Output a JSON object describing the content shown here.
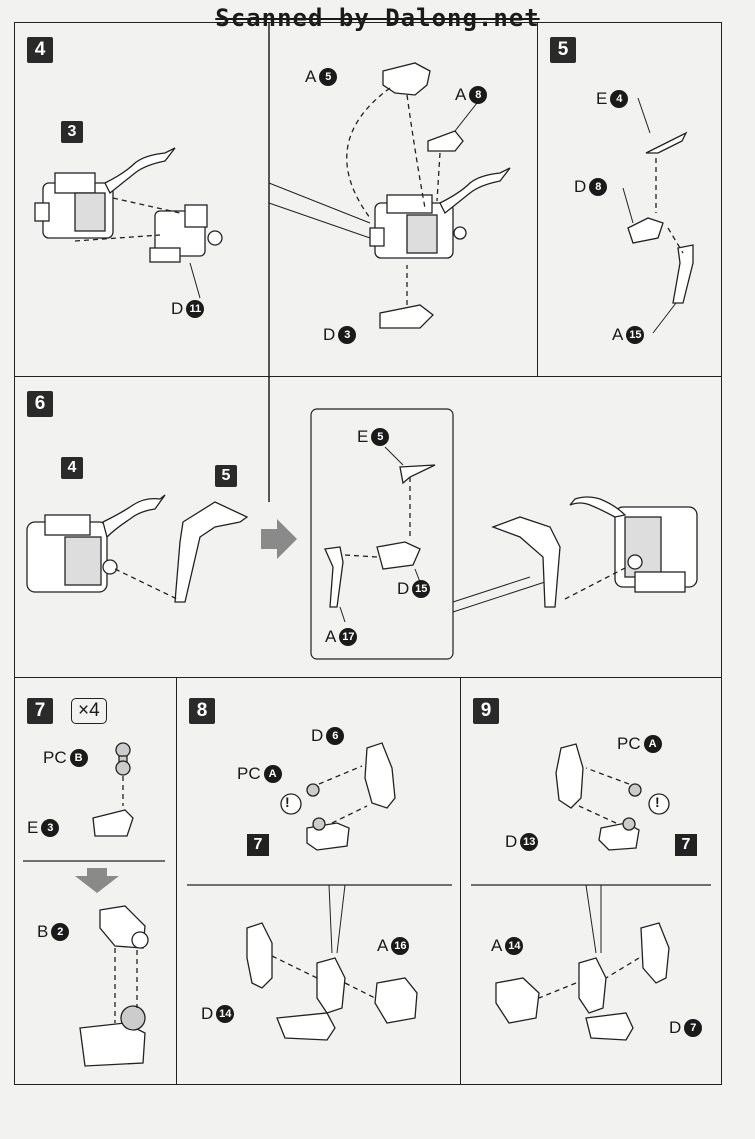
{
  "header": "Scanned by Dalong.net",
  "step4": {
    "number": "4",
    "sub_badge": "3",
    "callouts": [
      {
        "letter": "A",
        "num": "5"
      },
      {
        "letter": "A",
        "num": "8"
      },
      {
        "letter": "D",
        "num": "11"
      },
      {
        "letter": "D",
        "num": "3"
      }
    ]
  },
  "step5": {
    "number": "5",
    "callouts": [
      {
        "letter": "E",
        "num": "4"
      },
      {
        "letter": "D",
        "num": "8"
      },
      {
        "letter": "A",
        "num": "15"
      }
    ]
  },
  "step6": {
    "number": "6",
    "sub_badges": [
      "4",
      "5"
    ],
    "callouts": [
      {
        "letter": "E",
        "num": "5"
      },
      {
        "letter": "D",
        "num": "15"
      },
      {
        "letter": "A",
        "num": "17"
      }
    ]
  },
  "step7": {
    "number": "7",
    "multiplier": "×4",
    "callouts": [
      {
        "letter": "PC",
        "num": "B"
      },
      {
        "letter": "E",
        "num": "3"
      },
      {
        "letter": "B",
        "num": "2"
      }
    ]
  },
  "step8": {
    "number": "8",
    "sub_badge": "7",
    "warning": "!",
    "callouts": [
      {
        "letter": "D",
        "num": "6"
      },
      {
        "letter": "PC",
        "num": "A"
      },
      {
        "letter": "A",
        "num": "16"
      },
      {
        "letter": "D",
        "num": "14"
      }
    ]
  },
  "step9": {
    "number": "9",
    "sub_badge": "7",
    "warning": "!",
    "callouts": [
      {
        "letter": "PC",
        "num": "A"
      },
      {
        "letter": "D",
        "num": "13"
      },
      {
        "letter": "A",
        "num": "14"
      },
      {
        "letter": "D",
        "num": "7"
      }
    ]
  },
  "colors": {
    "ink": "#1a1a1a",
    "arrow_fill": "#8a8a8a",
    "paper": "#f2f2f0"
  }
}
